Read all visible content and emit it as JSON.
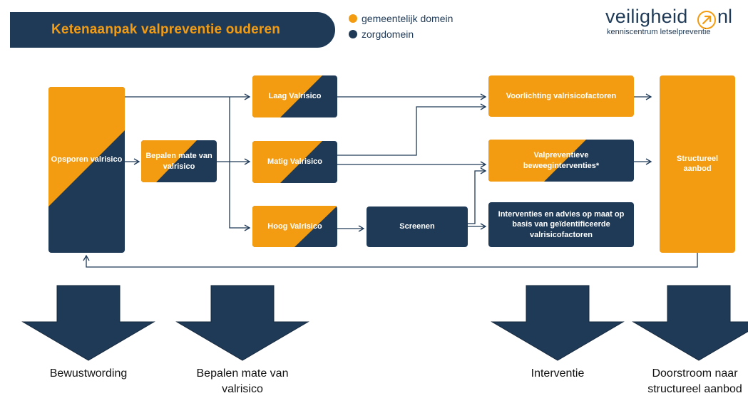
{
  "header": {
    "title": "Ketenaanpak valpreventie ouderen"
  },
  "legend": [
    {
      "label": "gemeentelijk domein",
      "color": "#f39c12"
    },
    {
      "label": "zorgdomein",
      "color": "#1f3a57"
    }
  ],
  "logo": {
    "word": "veiligheid",
    "suffix": "nl",
    "subtitle": "kenniscentrum letselpreventie",
    "icon": "arrow-up-right-circle-icon"
  },
  "colors": {
    "orange": "#f39c12",
    "navy": "#1f3a57"
  },
  "boxes": {
    "opsporen": "Opsporen valrisico",
    "bepalen": "Bepalen mate van valrisico",
    "laag": "Laag Valrisico",
    "matig": "Matig Valrisico",
    "hoog": "Hoog Valrisico",
    "screenen": "Screenen",
    "voorlichting": "Voorlichting valrisicofactoren",
    "valpreventieve": "Valpreventieve beweeginterventies*",
    "interventies": "Interventies en advies op maat op basis van geïdentificeerde valrisicofactoren",
    "structureel": "Structureel aanbod"
  },
  "phases": [
    {
      "label": "Bewustwording"
    },
    {
      "label": "Bepalen mate van valrisico"
    },
    {
      "label": "Interventie"
    },
    {
      "label": "Doorstroom naar structureel aanbod"
    }
  ]
}
